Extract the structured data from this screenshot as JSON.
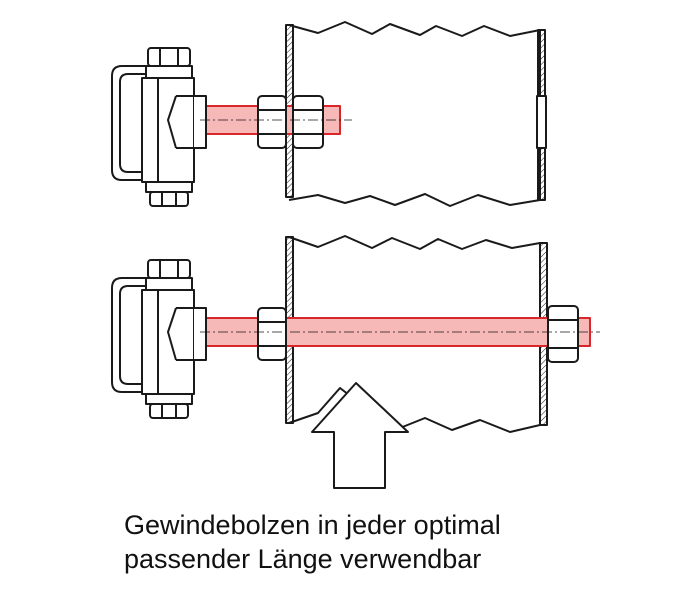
{
  "caption": {
    "line1": "Gewindebolzen in jeder optimal",
    "line2": "passender Länge verwendbar"
  },
  "colors": {
    "bolt_fill": "#f7b8b8",
    "bolt_stroke": "#d9262b",
    "line": "#1a1a1a",
    "background": "#ffffff"
  },
  "figures": [
    "short-threaded-bolt-through-near-wall",
    "long-threaded-bolt-through-both-walls"
  ],
  "icon": "up-arrow-icon"
}
